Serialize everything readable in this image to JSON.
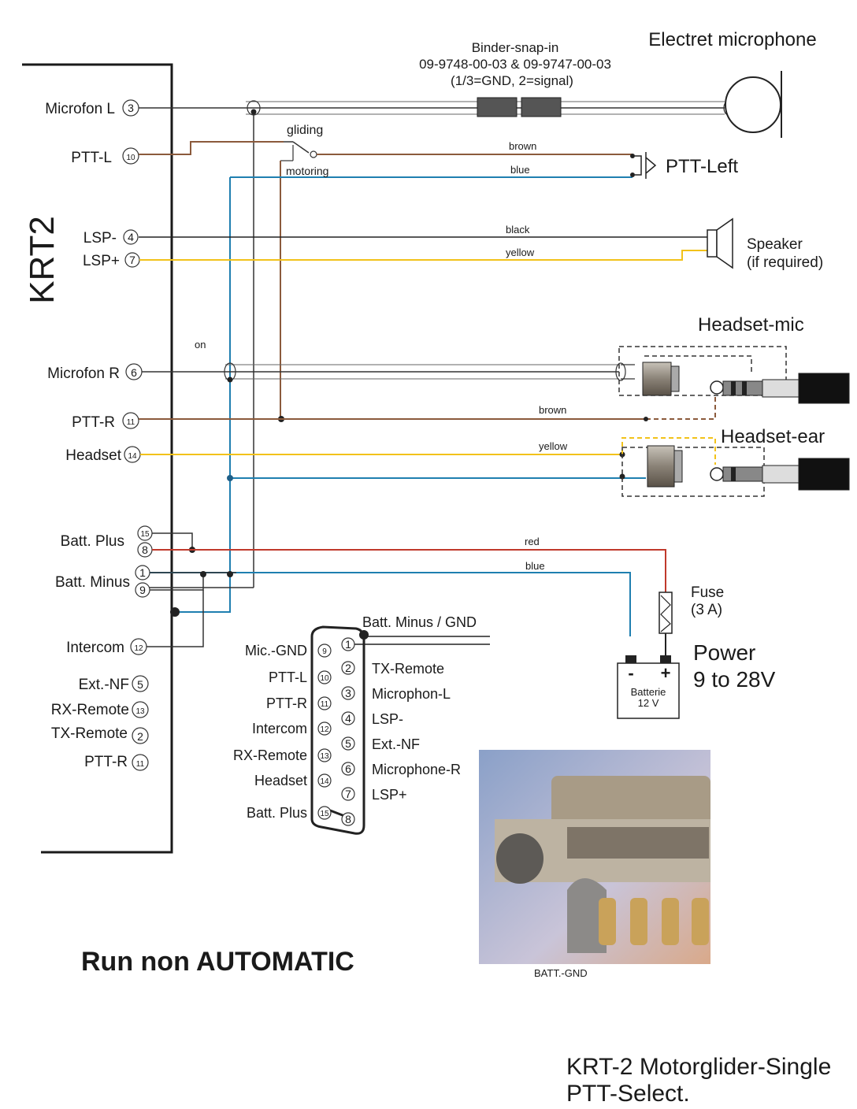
{
  "colors": {
    "brown": "#8b5a3c",
    "blue": "#1f7fb0",
    "black": "#222222",
    "yellow": "#f2c21a",
    "red": "#c0392b",
    "gray": "#444444"
  },
  "krt2": {
    "title": "KRT2",
    "pins": [
      {
        "label": "Microfon L",
        "num": "3"
      },
      {
        "label": "PTT-L",
        "num": "10"
      },
      {
        "label": "LSP-",
        "num": "4"
      },
      {
        "label": "LSP+",
        "num": "7"
      },
      {
        "label": "Microfon R",
        "num": "6"
      },
      {
        "label": "PTT-R",
        "num": "11"
      },
      {
        "label": "Headset",
        "num": "14"
      },
      {
        "label": "Batt. Plus",
        "num": "15",
        "num2": "8"
      },
      {
        "label": "Batt. Minus",
        "num": "1",
        "num2": "9"
      },
      {
        "label": "Intercom",
        "num": "12"
      },
      {
        "label": "Ext.-NF",
        "num": "5"
      },
      {
        "label": "RX-Remote",
        "num": "13"
      },
      {
        "label": "TX-Remote",
        "num": "2"
      },
      {
        "label": "PTT-R",
        "num": "11"
      }
    ]
  },
  "binder": {
    "line1": "Binder-snap-in",
    "line2": "09-9748-00-03 & 09-9747-00-03",
    "line3": "(1/3=GND,  2=signal)"
  },
  "mic": {
    "label": "Electret  microphone"
  },
  "switch": {
    "on1": "gliding",
    "on2": "motoring",
    "note": "on"
  },
  "ptt_left": {
    "label": "PTT-Left"
  },
  "speaker": {
    "line1": "Speaker",
    "line2": "(if required)"
  },
  "headset_mic": {
    "label": "Headset-mic"
  },
  "headset_ear": {
    "label": "Headset-ear"
  },
  "wire_labels": {
    "brown1": "brown",
    "blue1": "blue",
    "black": "black",
    "yellow1": "yellow",
    "brown2": "brown",
    "yellow2": "yellow",
    "red": "red",
    "blue2": "blue"
  },
  "fuse": {
    "line1": "Fuse",
    "line2": "(3 A)"
  },
  "power": {
    "line1": "Power",
    "line2": "9 to 28V"
  },
  "battery": {
    "minus": "-",
    "plus": "+",
    "line1": "Batterie",
    "line2": "12 V"
  },
  "dsub": {
    "gnd_label": "Batt. Minus / GND",
    "left": [
      {
        "label": "Mic.-GND",
        "num": "9"
      },
      {
        "label": "PTT-L",
        "num": "10"
      },
      {
        "label": "PTT-R",
        "num": "11"
      },
      {
        "label": "Intercom",
        "num": "12"
      },
      {
        "label": "RX-Remote",
        "num": "13"
      },
      {
        "label": "Headset",
        "num": "14"
      },
      {
        "label": "Batt. Plus",
        "num": "15"
      }
    ],
    "right": [
      {
        "label": "",
        "num": "1"
      },
      {
        "label": "TX-Remote",
        "num": "2"
      },
      {
        "label": "Microphon-L",
        "num": "3"
      },
      {
        "label": "LSP-",
        "num": "4"
      },
      {
        "label": "Ext.-NF",
        "num": "5"
      },
      {
        "label": "Microphone-R",
        "num": "6"
      },
      {
        "label": "LSP+",
        "num": "7"
      },
      {
        "label": "",
        "num": "8"
      }
    ]
  },
  "photo": {
    "caption": "BATT.-GND"
  },
  "run_title": "Run non AUTOMATIC",
  "footer": {
    "line1": "KRT-2 Motorglider-Single",
    "line2": "PTT-Select."
  }
}
